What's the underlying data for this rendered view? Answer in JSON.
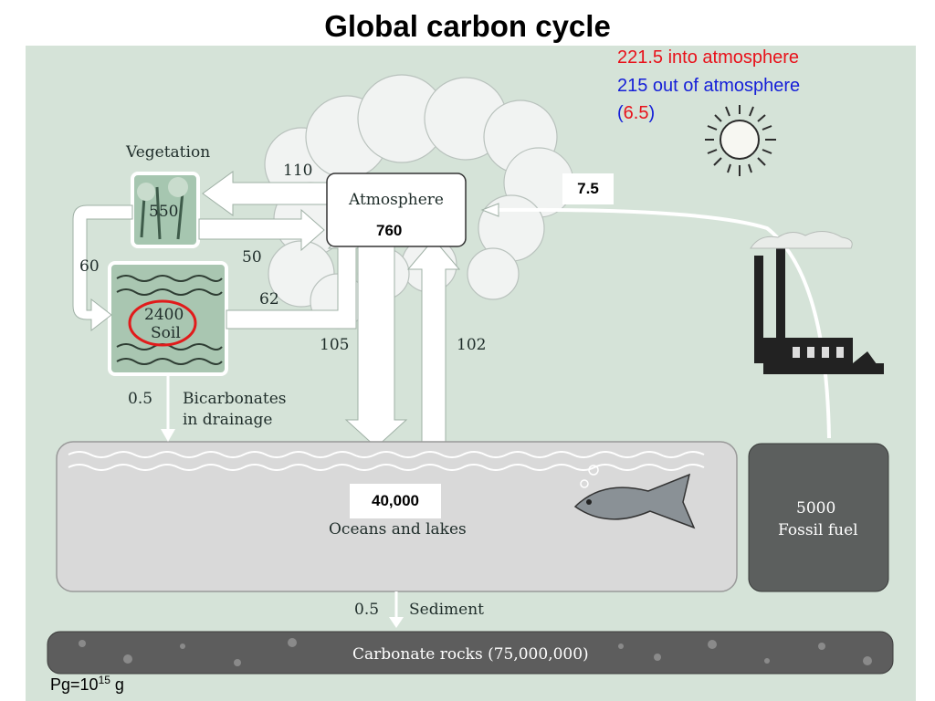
{
  "title": "Global carbon cycle",
  "flux_summary": {
    "into_atmosphere": "221.5 into atmosphere",
    "out_of_atmosphere": "215 out of atmosphere",
    "net_open": "(",
    "net_value": "6.5",
    "net_close": ")"
  },
  "pools": {
    "vegetation_label": "Vegetation",
    "vegetation_value": "550",
    "atmosphere_label": "Atmosphere",
    "atmosphere_value": "760",
    "soil_value": "2400",
    "soil_label": "Soil",
    "ocean_value": "40,000",
    "ocean_label": "Oceans and lakes",
    "fossil_value": "5000",
    "fossil_label": "Fossil fuel",
    "rocks_label": "Carbonate rocks (75,000,000)"
  },
  "fluxes": {
    "atm_to_veg": "110",
    "veg_to_atm": "50",
    "veg_to_soil": "60",
    "soil_to_atm": "62",
    "atm_to_ocean": "105",
    "ocean_to_atm": "102",
    "fossil_to_atm": "7.5",
    "drainage_value": "0.5",
    "drainage_label_1": "Bicarbonates",
    "drainage_label_2": "in drainage",
    "sediment_value": "0.5",
    "sediment_label": "Sediment"
  },
  "units": {
    "prefix": "Pg=10",
    "exponent": "15",
    "suffix": " g"
  },
  "colors": {
    "panel": "#d5e3d8",
    "into_text": "#e8121b",
    "out_text": "#1620d8",
    "highlight_circle": "#e11b1b"
  },
  "icons": [
    "sun-icon",
    "cloud-icon",
    "factory-icon",
    "fish-icon",
    "tree-icon"
  ]
}
